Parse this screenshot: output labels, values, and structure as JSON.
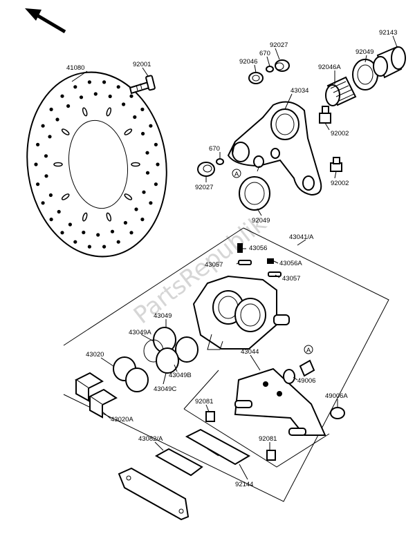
{
  "watermark": "PartsRepublik",
  "labels": {
    "disc": "41080",
    "bolt_92001": "92001",
    "sleeve_92027_top": "92027",
    "spacer_670_top": "670",
    "seal_92046": "92046",
    "bearing_92049_top": "92049",
    "collar_92143": "92143",
    "bearing_92046a": "92046A",
    "bracket": "43034",
    "nipple_92002_top": "92002",
    "spacer_670_left": "670",
    "sleeve_92027_left": "92027",
    "nipple_92002_right": "92002",
    "bearing_92049_bottom": "92049",
    "caliper_assy": "43041/A",
    "bleed_43056": "43056",
    "screw_43057_left": "43057",
    "cap_43056a": "43056A",
    "screw_43057_right": "43057",
    "seal_43049": "43049",
    "seal_43049a": "43049A",
    "piston_43020": "43020",
    "holder_43044": "43044",
    "seal_43049b": "43049B",
    "boot_49006": "49006",
    "seal_43049c": "43049C",
    "spring_92081_left": "92081",
    "boot_49006a": "49006A",
    "piston_43020a": "43020A",
    "pad_43082": "43082/A",
    "spring_92081_right": "92081",
    "spring_92144": "92144",
    "ref_a_top": "A",
    "ref_a_bottom": "A"
  }
}
